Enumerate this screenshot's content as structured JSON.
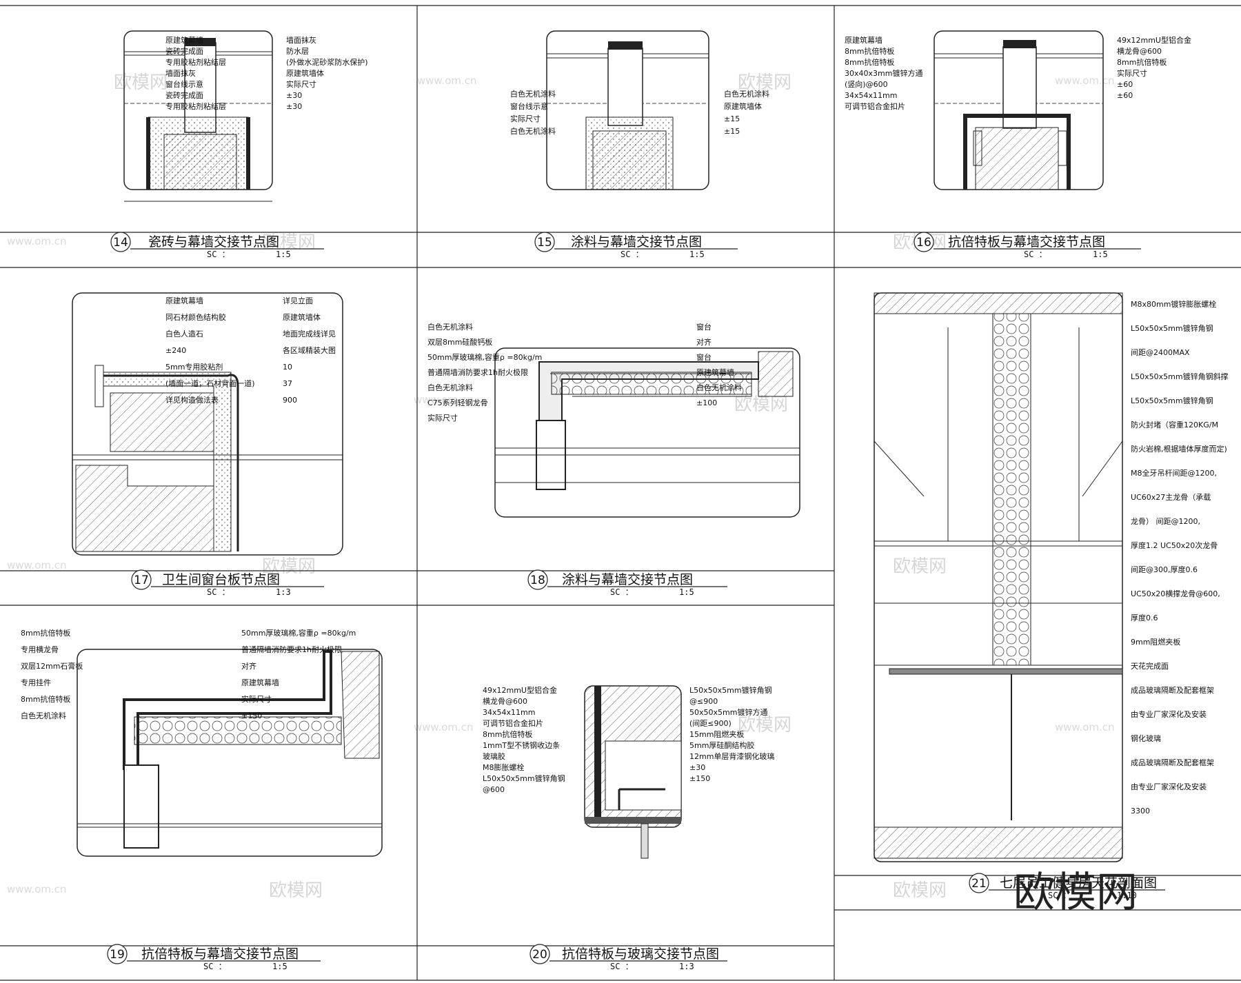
{
  "brand_mark": "欧模网",
  "watermark": {
    "site": "www.om.cn",
    "brand": "欧模网"
  },
  "panels": [
    {
      "num": "14",
      "title": "瓷砖与幕墙交接节点图",
      "sc": "SC ：",
      "scale": "1:5",
      "labels": [
        "原建筑幕墙",
        "瓷砖完成面",
        "专用胶粘剂粘结层",
        "墙面抹灰",
        "窗台线示意",
        "瓷砖完成面",
        "专用胶粘剂粘结层",
        "墙面抹灰",
        "防水层",
        "(外做水泥砂浆防水保护)",
        "原建筑墙体",
        "实际尺寸",
        "±30",
        "±30"
      ]
    },
    {
      "num": "15",
      "title": "涂料与幕墙交接节点图",
      "sc": "SC ：",
      "scale": "1:5",
      "labels": [
        "白色无机涂料",
        "窗台线示意",
        "实际尺寸",
        "白色无机涂料",
        "白色无机涂料",
        "原建筑墙体",
        "±15",
        "±15"
      ]
    },
    {
      "num": "16",
      "title": "抗倍特板与幕墙交接节点图",
      "sc": "SC ：",
      "scale": "1:5",
      "labels": [
        "原建筑幕墙",
        "8mm抗倍特板",
        "8mm抗倍特板",
        "30x40x3mm镀锌方通",
        "(竖向)@600",
        "34x54x11mm",
        "可调节铝合金扣片",
        "49x12mmU型铝合金",
        "横龙骨@600",
        "8mm抗倍特板",
        "实际尺寸",
        "±60",
        "±60"
      ]
    },
    {
      "num": "17",
      "title": "卫生间窗台板节点图",
      "sc": "SC ：",
      "scale": "1:3",
      "labels": [
        "原建筑幕墙",
        "同石材颜色结构胶",
        "白色人造石",
        "±240",
        "5mm专用胶粘剂",
        "(墙面一道，石材背面一道)",
        "详见构造做法表",
        "详见立面",
        "原建筑墙体",
        "地面完成线详见",
        "各区域精装大图",
        "10",
        "37",
        "900"
      ]
    },
    {
      "num": "18",
      "title": "涂料与幕墙交接节点图",
      "sc": "SC ：",
      "scale": "1:5",
      "labels": [
        "白色无机涂料",
        "双层8mm硅酸钙板",
        "50mm厚玻璃棉,容重ρ =80kg/m",
        "普通隔墙消防要求1h耐火极限",
        "白色无机涂料",
        "C75系列轻钢龙骨",
        "实际尺寸",
        "窗台",
        "对齐",
        "窗台",
        "原建筑幕墙",
        "白色无机涂料",
        "±100"
      ]
    },
    {
      "num": "19",
      "title": "抗倍特板与幕墙交接节点图",
      "sc": "SC ：",
      "scale": "1:5",
      "labels": [
        "8mm抗倍特板",
        "专用横龙骨",
        "双层12mm石膏板",
        "专用挂件",
        "8mm抗倍特板",
        "白色无机涂料",
        "50mm厚玻璃棉,容重ρ =80kg/m",
        "普通隔墙消防要求1h耐火极限",
        "对齐",
        "原建筑幕墙",
        "实际尺寸",
        "±150"
      ]
    },
    {
      "num": "20",
      "title": "抗倍特板与玻璃交接节点图",
      "sc": "SC ：",
      "scale": "1:3",
      "labels": [
        "49x12mmU型铝合金",
        "横龙骨@600",
        "34x54x11mm",
        "可调节铝合金扣片",
        "8mm抗倍特板",
        "1mmT型不锈钢收边条",
        "玻璃胶",
        "M8膨胀螺栓",
        "L50x50x5mm镀锌角钢",
        "@600",
        "L50x50x5mm镀锌角钢",
        "@≤900",
        "50x50x5mm镀锌方通",
        "(间距≤900)",
        "15mm阻燃夹板",
        "5mm厚硅酮结构胶",
        "12mm单层背漆钢化玻璃",
        "±30",
        "±150"
      ]
    },
    {
      "num": "21",
      "title": "七层员工健身房天花剖面图",
      "sc": "SC ：",
      "scale": "1:10",
      "labels": [
        "M8x80mm镀锌膨胀螺栓",
        "L50x50x5mm镀锌角钢",
        "间距@2400MAX",
        "L50x50x5mm镀锌角钢斜撑",
        "L50x50x5mm镀锌角钢",
        "防火封堵（容重120KG/M",
        "防火岩棉,根据墙体厚度而定)",
        "M8全牙吊杆间距@1200,",
        "UC60x27主龙骨（承载",
        "龙骨） 间距@1200,",
        "厚度1.2 UC50x20次龙骨",
        "间距@300,厚度0.6",
        "UC50x20横撑龙骨@600,",
        "厚度0.6",
        "9mm阻燃夹板",
        "天花完成面",
        "成品玻璃隔断及配套框架",
        "由专业厂家深化及安装",
        "钢化玻璃",
        "成品玻璃隔断及配套框架",
        "由专业厂家深化及安装",
        "3300"
      ]
    }
  ]
}
